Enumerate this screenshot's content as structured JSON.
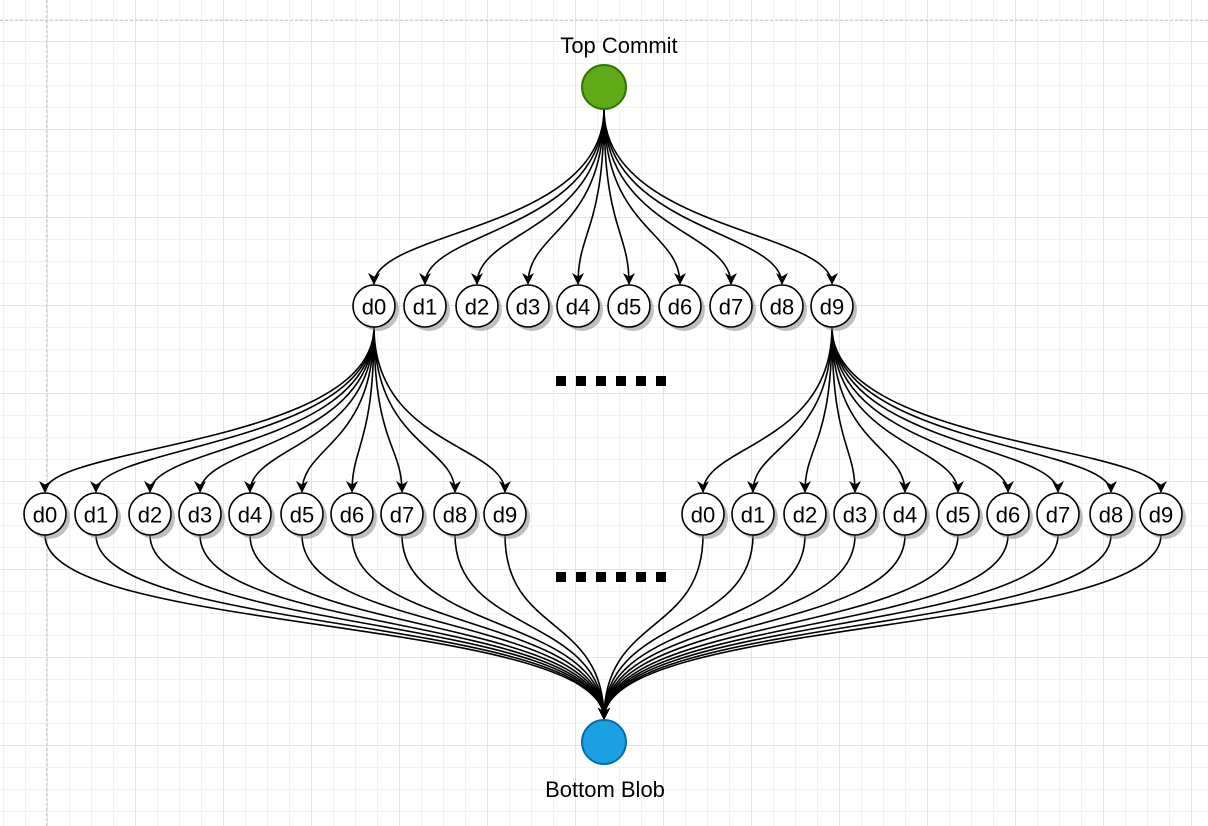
{
  "diagram": {
    "top_node": {
      "label": "Top Commit",
      "color": "#60a917",
      "stroke": "#2d7600"
    },
    "bottom_node": {
      "label": "Bottom Blob",
      "color": "#1ba1e2",
      "stroke": "#006eaf"
    },
    "level1": [
      "d0",
      "d1",
      "d2",
      "d3",
      "d4",
      "d5",
      "d6",
      "d7",
      "d8",
      "d9"
    ],
    "level2_left": [
      "d0",
      "d1",
      "d2",
      "d3",
      "d4",
      "d5",
      "d6",
      "d7",
      "d8",
      "d9"
    ],
    "level2_right": [
      "d0",
      "d1",
      "d2",
      "d3",
      "d4",
      "d5",
      "d6",
      "d7",
      "d8",
      "d9"
    ],
    "ellipsis": "......",
    "edges": [
      {
        "from": "top_node",
        "to": "level1"
      },
      {
        "from": "level1.d0",
        "to": "level2_left"
      },
      {
        "from": "level1.d9",
        "to": "level2_right"
      },
      {
        "from": "level2_left",
        "to": "bottom_node"
      },
      {
        "from": "level2_right",
        "to": "bottom_node"
      }
    ]
  }
}
